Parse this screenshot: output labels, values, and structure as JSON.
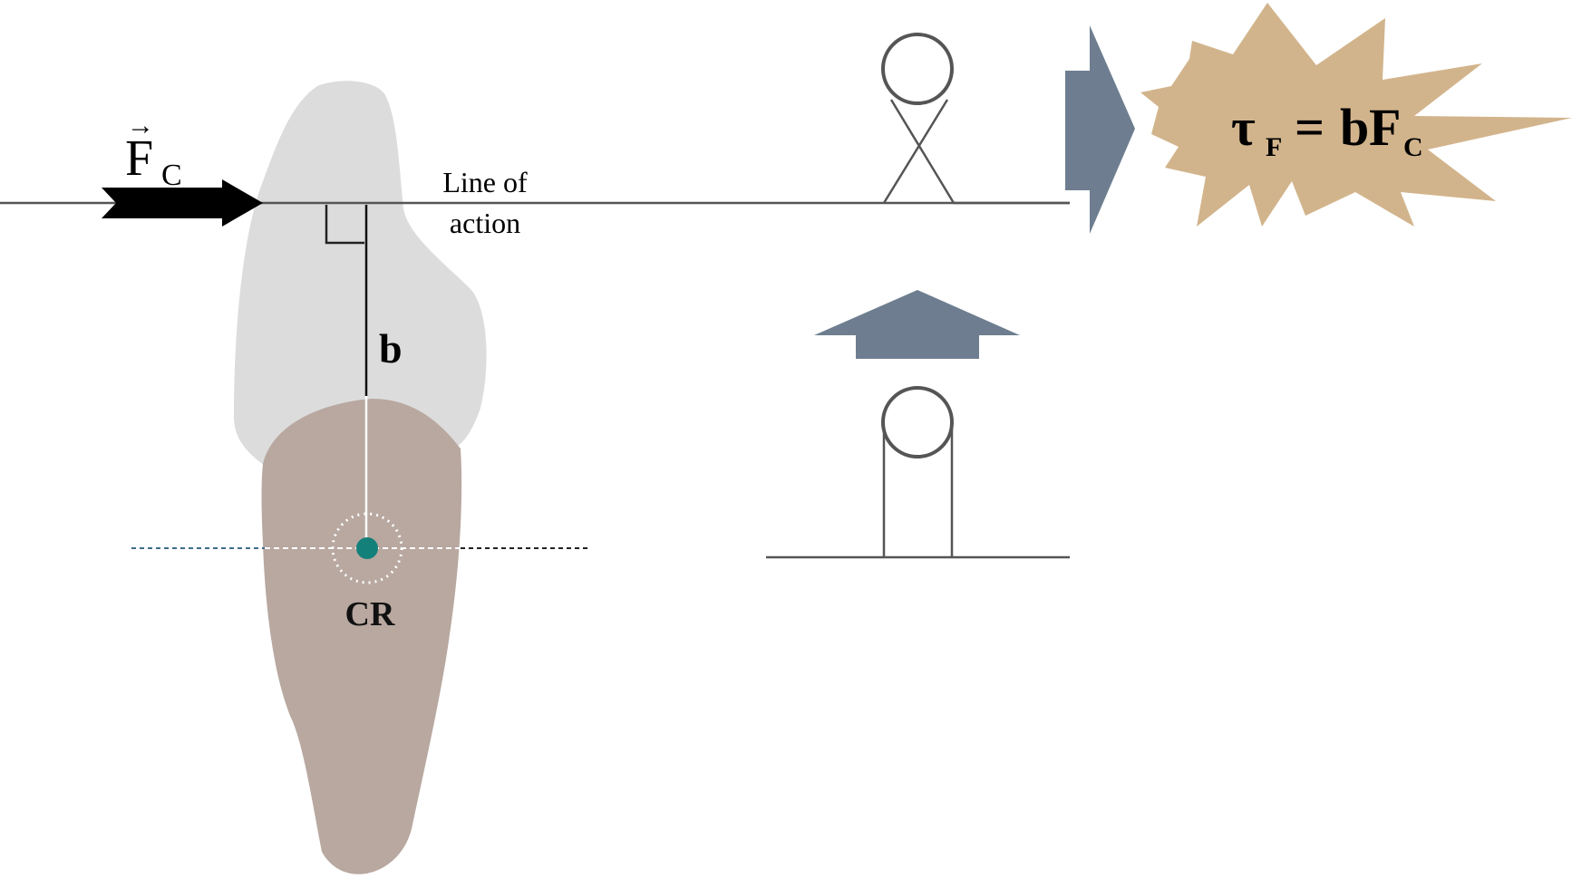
{
  "labels": {
    "force_letter": "F",
    "force_subscript": "C",
    "force_vector_arrow": "→",
    "line_of_action_line1": "Line of",
    "line_of_action_line2": "action",
    "moment_arm": "b",
    "center_of_resistance": "CR"
  },
  "formula": {
    "tau": "τ",
    "tau_subscript": "F",
    "equals": "=",
    "b": "b",
    "f": "F",
    "f_subscript": "C"
  },
  "colors": {
    "crown": "#dcdcdc",
    "root": "#b8a8a0",
    "cr_dot": "#138079",
    "slate": "#6e7e90",
    "burst": "#d2b48c",
    "line": "#555555",
    "force_arrow": "#000000"
  }
}
